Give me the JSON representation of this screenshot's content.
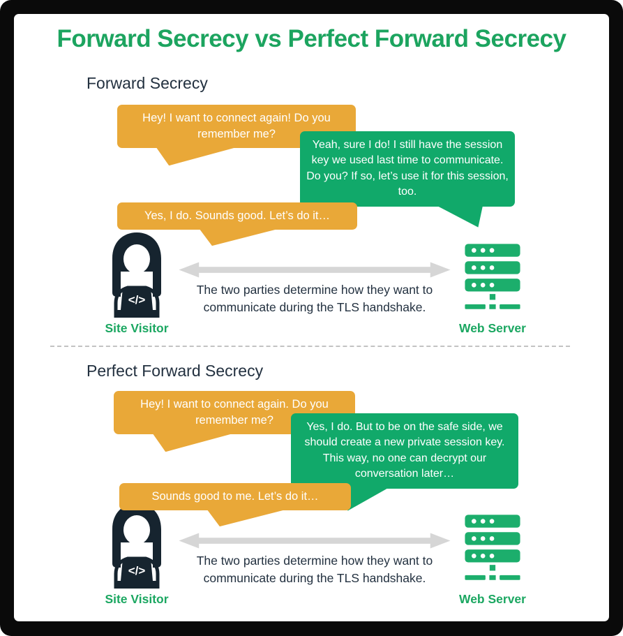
{
  "title": "Forward Secrecy vs Perfect Forward Secrecy",
  "colors": {
    "canvas_bg": "#FFFFFF",
    "title_green": "#1CA45F",
    "bubble_yellow": "#E9A838",
    "bubble_green": "#11A96A",
    "server_green": "#1CAE6C",
    "label_green": "#1BA761",
    "icon_navy": "#16242F",
    "arrow_gray": "#D6D6D6",
    "heading_dark": "#233140",
    "divider_gray": "#C2C2C2"
  },
  "icons": {
    "visitor_code_glyph": "</>"
  },
  "sections": [
    {
      "heading": "Forward Secrecy",
      "bubbles": [
        {
          "speaker": "site-visitor",
          "text": "Hey! I want to connect again! Do you remember me?"
        },
        {
          "speaker": "web-server",
          "text": "Yeah, sure I do! I still have the session key we used last time to communicate. Do you? If so, let’s use it for this session, too."
        },
        {
          "speaker": "site-visitor",
          "text": "Yes, I do. Sounds good. Let’s do it…"
        }
      ],
      "caption_lines": [
        "The two parties determine how they want to",
        "communicate during the TLS handshake."
      ],
      "visitor_label": "Site Visitor",
      "server_label": "Web Server"
    },
    {
      "heading": "Perfect Forward Secrecy",
      "bubbles": [
        {
          "speaker": "site-visitor",
          "text": "Hey! I want to connect again. Do you remember me?"
        },
        {
          "speaker": "web-server",
          "text": "Yes, I do. But to be on the safe side, we should create a new private session key. This way, no one can decrypt our conversation later…"
        },
        {
          "speaker": "site-visitor",
          "text": "Sounds good to me. Let’s do it…"
        }
      ],
      "caption_lines": [
        "The two parties determine how they want to",
        "communicate during the TLS handshake."
      ],
      "visitor_label": "Site Visitor",
      "server_label": "Web Server"
    }
  ]
}
